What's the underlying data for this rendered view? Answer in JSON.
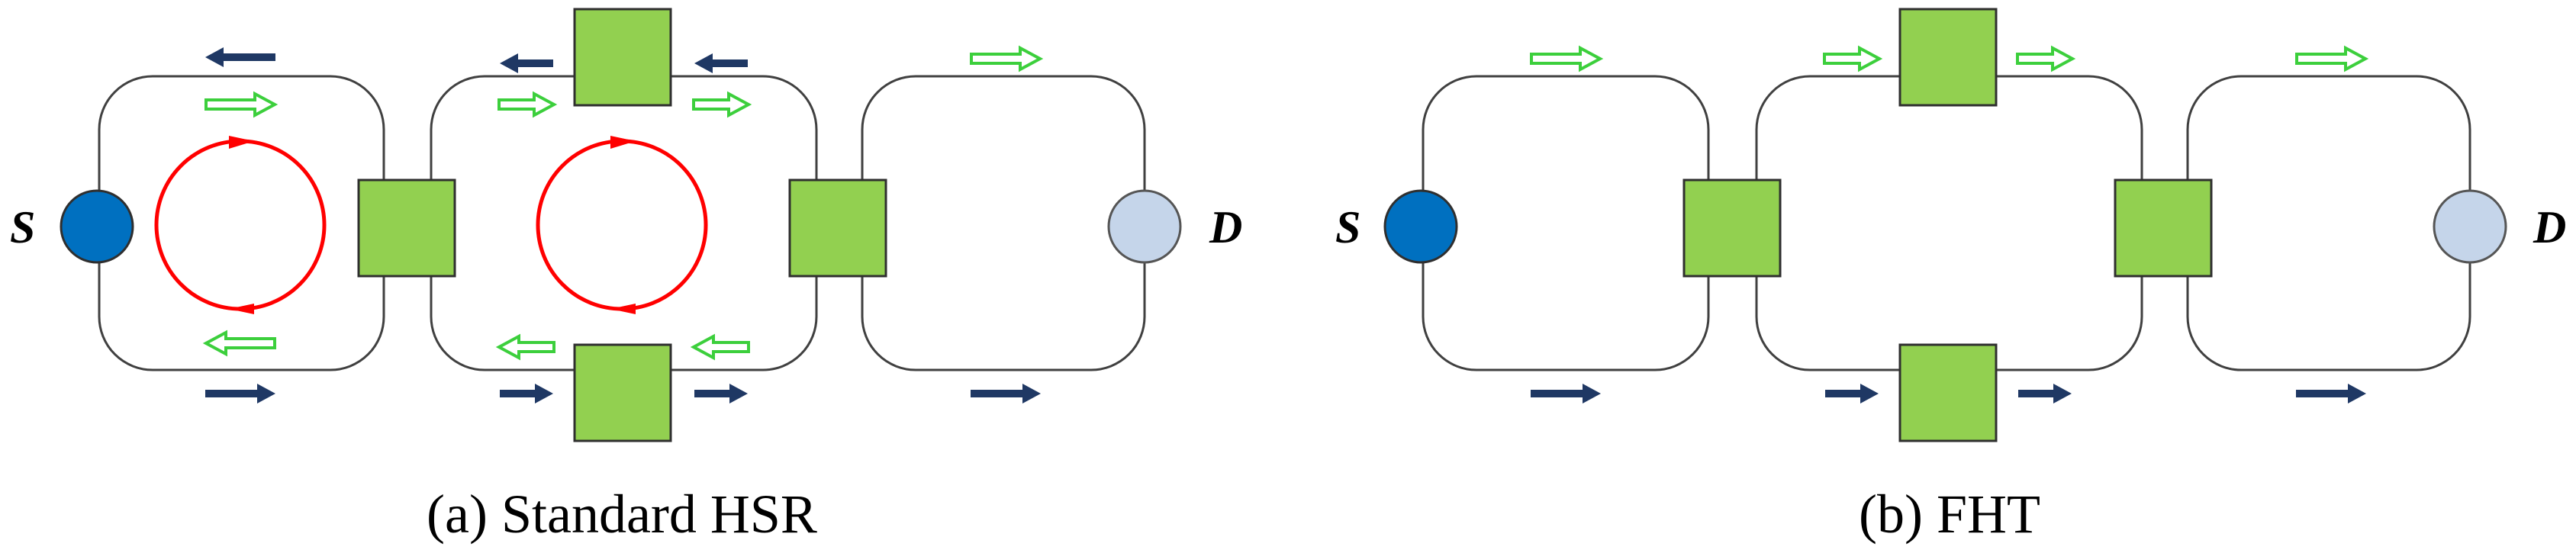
{
  "diagrams": [
    {
      "id": "standard-hsr",
      "caption": "(a) Standard HSR",
      "source_label": "S",
      "destination_label": "D",
      "ring_count": 3,
      "frame_copies_circulating": true
    },
    {
      "id": "fht",
      "caption": "(b) FHT",
      "source_label": "S",
      "destination_label": "D",
      "ring_count": 3,
      "frame_copies_circulating": false
    }
  ],
  "colors": {
    "ring_line": "#404040",
    "redbox_fill": "#92d050",
    "redbox_stroke": "#2f2f2f",
    "source_fill": "#0070c0",
    "destination_fill": "#c5d5ea",
    "dark_arrow": "#1f3864",
    "green_arrow": "#3ccf3c",
    "loop_arrow": "#ff0000"
  },
  "icons": {
    "redbox": "square-node",
    "source": "filled-circle-node",
    "destination": "light-circle-node",
    "forward_copy": "solid-dark-arrow",
    "reverse_copy": "hollow-green-arrow",
    "circulating_frame": "red-loop-arrow"
  }
}
